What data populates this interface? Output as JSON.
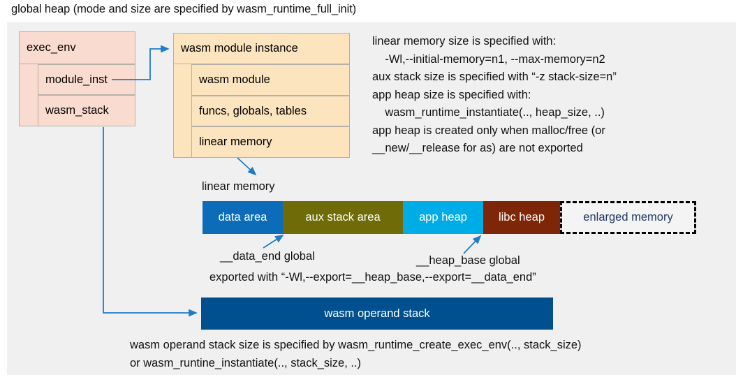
{
  "title": "global heap (mode and size are specified by wasm_runtime_full_init)",
  "colors": {
    "panel_bg": "#f0f0f0",
    "exec_env_fill": "#fadbcf",
    "module_fill": "#fce4bf",
    "box_border": "#b5b0a8",
    "connector": "#1f7cc8",
    "data_area": "#0d6cb9",
    "aux_stack_area": "#6e6b08",
    "app_heap": "#00ace5",
    "libc_heap": "#7d2608",
    "enlarged_memory_text": "#1f3864",
    "operand_stack": "#00508f"
  },
  "exec_env": {
    "header": "exec_env",
    "rows": [
      {
        "label": "module_inst"
      },
      {
        "label": "wasm_stack"
      }
    ]
  },
  "module_instance": {
    "header": "wasm module instance",
    "rows": [
      {
        "label": "wasm module"
      },
      {
        "label": "funcs, globals, tables"
      },
      {
        "label": "linear memory"
      }
    ]
  },
  "info_block": {
    "lines": [
      "linear memory size is specified with:",
      "    -Wl,--initial-memory=n1, --max-memory=n2",
      "aux stack size is specified with “-z stack-size=n”",
      "app heap size is specified with:",
      "    wasm_runtime_instantiate(.., heap_size, ..)",
      "app heap is created only when malloc/free (or",
      "__new/__release for as) are not exported"
    ]
  },
  "linear_memory": {
    "label": "linear memory",
    "segments": [
      {
        "label": "data area",
        "color": "#0d6cb9",
        "width": 115,
        "dashed": false
      },
      {
        "label": "aux stack area",
        "color": "#6e6b08",
        "width": 172,
        "dashed": false
      },
      {
        "label": "app heap",
        "color": "#00ace5",
        "width": 115,
        "dashed": false
      },
      {
        "label": "libc heap",
        "color": "#7d2608",
        "width": 110,
        "dashed": false
      },
      {
        "label": "enlarged memory",
        "color": "#f4f4f4",
        "width": 195,
        "dashed": true
      }
    ]
  },
  "annotations": {
    "data_end": "__data_end global",
    "heap_base": "__heap_base global",
    "exported": "exported with “-Wl,--export=__heap_base,--export=__data_end”"
  },
  "operand_stack": {
    "label": "wasm operand stack"
  },
  "bottom_note": {
    "lines": [
      "wasm operand stack size is specified by wasm_runtime_create_exec_env(.., stack_size)",
      "or wasm_runtine_instantiate(.., stack_size, ..)"
    ]
  }
}
